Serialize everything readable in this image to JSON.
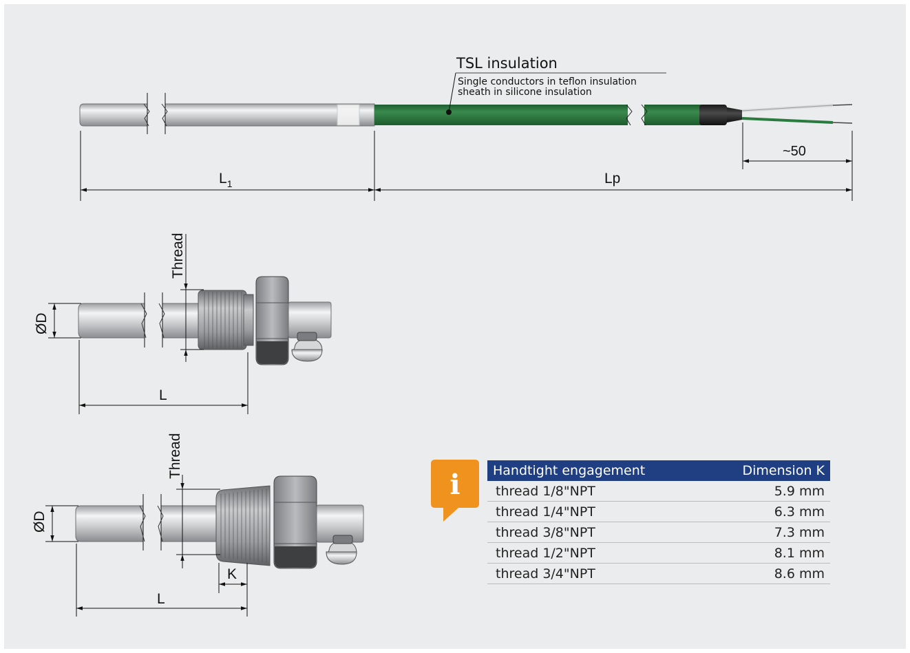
{
  "top_view": {
    "callout_title": "TSL insulation",
    "callout_line1": "Single conductors in teflon insulation",
    "callout_line2": "sheath in silicone insulation",
    "dim_l1": "L",
    "dim_l1_sub": "1",
    "dim_lp": "Lp",
    "dim_wire": "~50"
  },
  "middle_view": {
    "thread_label": "Thread",
    "diameter_label": "ØD",
    "length_label": "L"
  },
  "bottom_view": {
    "thread_label": "Thread",
    "diameter_label": "ØD",
    "length_label": "L",
    "k_label": "K"
  },
  "info_icon": "i",
  "table": {
    "headers": [
      "Handtight engagement",
      "Dimension K"
    ],
    "rows": [
      [
        "thread 1/8\"NPT",
        "5.9 mm"
      ],
      [
        "thread 1/4\"NPT",
        "6.3 mm"
      ],
      [
        "thread 3/8\"NPT",
        "7.3 mm"
      ],
      [
        "thread 1/2\"NPT",
        "8.1 mm"
      ],
      [
        "thread 3/4\"NPT",
        "8.6 mm"
      ]
    ]
  },
  "colors": {
    "background": "#ebeced",
    "cable_green": "#2b7b41",
    "table_header": "#1f3f82",
    "info_orange": "#f0921e"
  }
}
